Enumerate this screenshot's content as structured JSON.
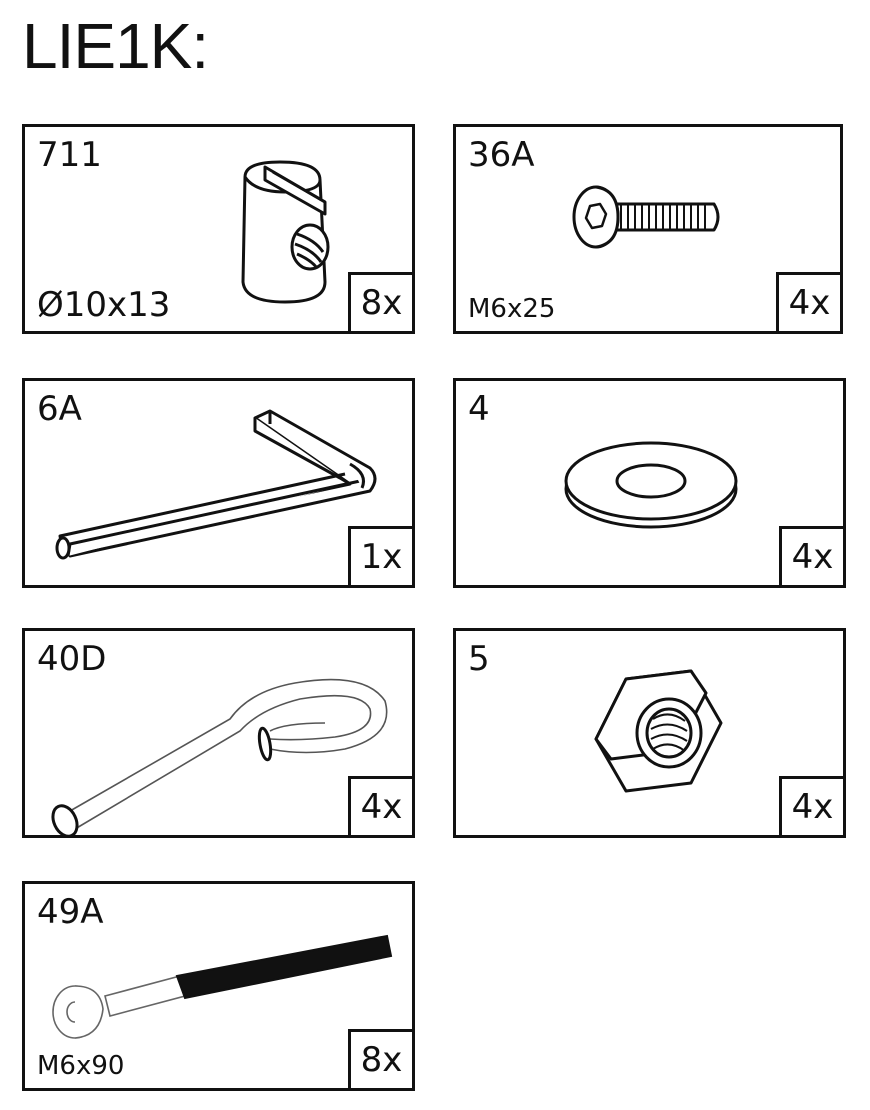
{
  "title": "LIE1K:",
  "parts": [
    {
      "code": "711",
      "spec": "Ø10x13",
      "qty": "8x",
      "icon": "cross-dowel-icon"
    },
    {
      "code": "36A",
      "spec": "M6x25",
      "qty": "4x",
      "icon": "hex-socket-bolt-icon"
    },
    {
      "code": "6A",
      "spec": "",
      "qty": "1x",
      "icon": "allen-key-icon"
    },
    {
      "code": "4",
      "spec": "",
      "qty": "4x",
      "icon": "washer-icon"
    },
    {
      "code": "40D",
      "spec": "",
      "qty": "4x",
      "icon": "eye-hook-icon"
    },
    {
      "code": "5",
      "spec": "",
      "qty": "4x",
      "icon": "hex-nut-icon"
    },
    {
      "code": "49A",
      "spec": "M6x90",
      "qty": "8x",
      "icon": "long-bolt-icon"
    }
  ]
}
